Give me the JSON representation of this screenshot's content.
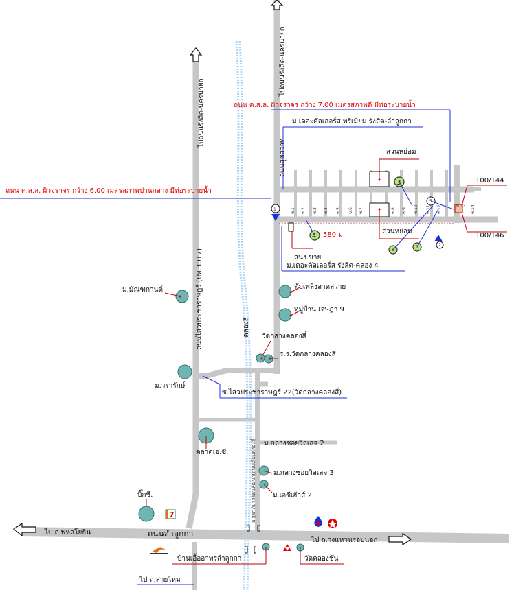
{
  "labels": {
    "road_rangsit_nakhonnayok_left": "ไปถนนรังสิต-นครนายก",
    "road_rangsit_nakhonnayok_right": "ไปถนนรังสิต-นครนายก",
    "road_sukhawat": "ถนนสุขสวาท",
    "road_saiprachaban": "ถนนไสวประชาราษฎร์ (ปท.3017)",
    "road_lamlukka": "ถนนลำลูกกา",
    "road_sukaphiban": "ถ.สุขาภิบาลรัตนพัฒนา(ถนนเลียบคลองสี่)",
    "canal_klong4": "คลองสี่",
    "road_note_top": "ถนน ค.ส.ล. ผิวจราจร กว้าง   7.00  เมตรสภาพดี  มีท่อระบายน้ำ",
    "road_note_mid": "ถนน ค.ส.ล.  ผิวจราจร กว้าง  6.00  เมตรสภาพปานกลาง มีท่อระบายน้ำ",
    "to_phahon": "ไป ถ.พหลโยธิน",
    "to_ring": "ไป ถ.วงแหวนรอบนอก",
    "to_saimai": "ไป ถ.สายไหม",
    "distance": "580 ม."
  },
  "places": {
    "premium": "ม.เดอะคัลเลอร์ส พรีเมี่ยม รังสิต-ลำลูกกา",
    "pond_top": "สวนหย่อม",
    "pond_bottom": "สวนหย่อม",
    "klong4_village": "ม.เดอะคัลเลอร์ส  รังสิต-คลอง 4",
    "substation": "สนง.ขาย",
    "num_100_144": "100/144",
    "num_100_146": "100/146",
    "tub_phloeng": "ตับเพลิงลาดสวาย",
    "village_9": "หมู่บ้าน เจษฎา 9",
    "wat_klanglong4": "วัดกลางคลองสี่",
    "school": "ร.ร.วัดกลางคลองสี่",
    "mandhana": "ม.มัณฑกานต์",
    "wararak": "ม.วรารักษ์",
    "soi22": "ซ.ไสวประชาราษฎร์ 22(วัดกลางคลองสี่)",
    "market": "ตลาดเอ.ซี.",
    "klangsoi2": "ม.กลางซอยวิลเลจ 2",
    "klangsoi3": "ม.กลางซอยวิลเลจ 3",
    "ac_house": "ม.เอซีเฮ้าส์ 2",
    "bigc": "บิ๊กซี.",
    "ban_eua": "บ้านเอื้ออาทรลำลูกกา",
    "wat_klongchan": "วัดคลองชัน",
    "seven": "7"
  },
  "sois": [
    "ซ.1",
    "ซ.2",
    "ซ.3",
    "ซ.4",
    "ซ.5",
    "ซ.6",
    "ซ.7",
    "ซ.8",
    "ซ.9",
    "ซ.10",
    "ซ.11",
    "ซ.12",
    "ซ.13",
    "ซ.14"
  ],
  "markers": [
    "1",
    "2",
    "3",
    "4",
    "5",
    "6",
    "7"
  ],
  "colors": {
    "road": "#c7c7c7",
    "landmark": "#6fb6b2",
    "canal": "#a9d3f5",
    "note_red": "#e00000",
    "line_blue": "#1f2de0"
  }
}
